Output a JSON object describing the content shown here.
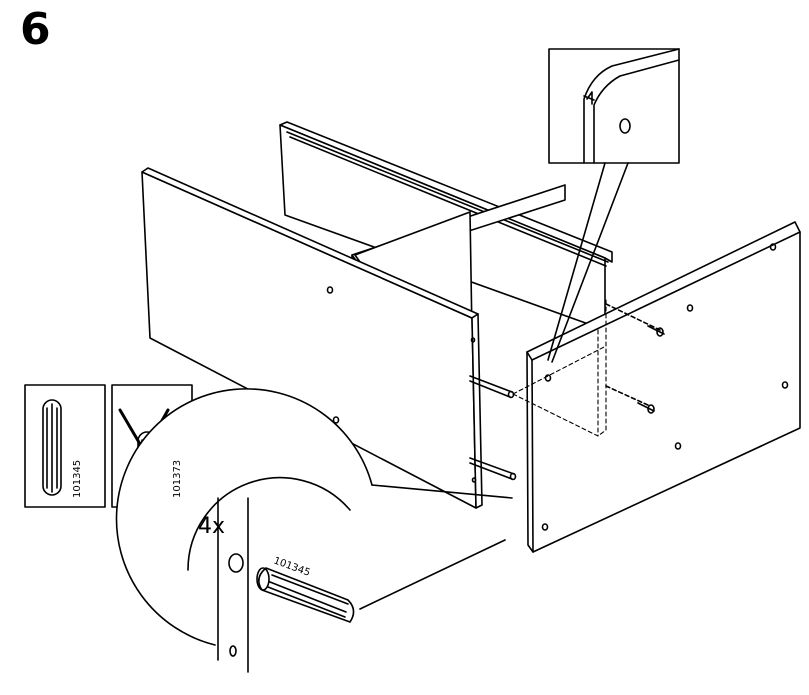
{
  "step": {
    "number": "6"
  },
  "parts": {
    "correct_dowel": {
      "part_number": "101345"
    },
    "wrong_dowel": {
      "part_number": "101373"
    }
  },
  "detail": {
    "quantity": "4x",
    "part_label": "101345"
  },
  "colors": {
    "line": "#000000",
    "background": "#ffffff"
  }
}
